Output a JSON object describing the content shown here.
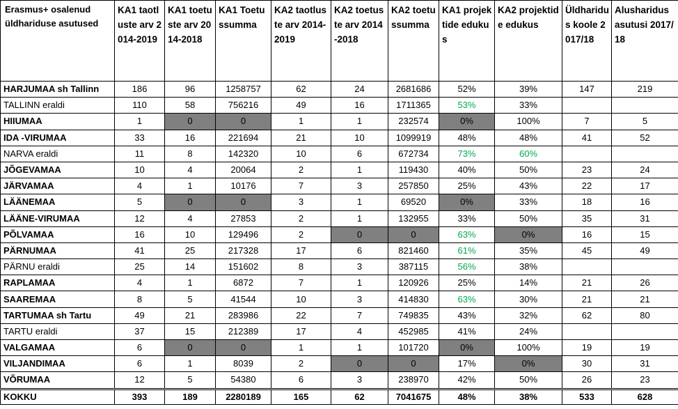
{
  "headers": [
    "Erasmus+ osalenud üldhariduse asutused",
    "KA1 taotluste arv 2014-2019",
    "KA1 toetuste arv 2014-2018",
    "KA1 Toetussumma",
    "KA2 taotluste arv 2014-2019",
    "KA2 toetuste arv 2014-2018",
    "KA2 toetussumma",
    "KA1 projektide edukus",
    "KA2 projektide edukus",
    "Üldharidus koole 2017/18",
    "Alusharidus asutusi 2017/18"
  ],
  "rows": [
    {
      "name": "HARJUMAA sh Tallinn",
      "bold": true,
      "cells": [
        "186",
        "96",
        "1258757",
        "62",
        "24",
        "2681686",
        "52%",
        "39%",
        "147",
        "219"
      ],
      "gray": [],
      "green": []
    },
    {
      "name": "TALLINN eraldi",
      "bold": false,
      "cells": [
        "110",
        "58",
        "756216",
        "49",
        "16",
        "1711365",
        "53%",
        "33%",
        "",
        ""
      ],
      "gray": [],
      "green": [
        6
      ]
    },
    {
      "name": "HIIUMAA",
      "bold": true,
      "cells": [
        "1",
        "0",
        "0",
        "1",
        "1",
        "232574",
        "0%",
        "100%",
        "7",
        "5"
      ],
      "gray": [
        1,
        2,
        6
      ],
      "green": []
    },
    {
      "name": "IDA -VIRUMAA",
      "bold": true,
      "cells": [
        "33",
        "16",
        "221694",
        "21",
        "10",
        "1099919",
        "48%",
        "48%",
        "41",
        "52"
      ],
      "gray": [],
      "green": []
    },
    {
      "name": "NARVA eraldi",
      "bold": false,
      "cells": [
        "11",
        "8",
        "142320",
        "10",
        "6",
        "672734",
        "73%",
        "60%",
        "",
        ""
      ],
      "gray": [],
      "green": [
        6,
        7
      ]
    },
    {
      "name": "JÕGEVAMAA",
      "bold": true,
      "cells": [
        "10",
        "4",
        "20064",
        "2",
        "1",
        "119430",
        "40%",
        "50%",
        "23",
        "24"
      ],
      "gray": [],
      "green": []
    },
    {
      "name": "JÄRVAMAA",
      "bold": true,
      "cells": [
        "4",
        "1",
        "10176",
        "7",
        "3",
        "257850",
        "25%",
        "43%",
        "22",
        "17"
      ],
      "gray": [],
      "green": []
    },
    {
      "name": "LÄÄNEMAA",
      "bold": true,
      "cells": [
        "5",
        "0",
        "0",
        "3",
        "1",
        "69520",
        "0%",
        "33%",
        "18",
        "16"
      ],
      "gray": [
        1,
        2,
        6
      ],
      "green": []
    },
    {
      "name": "LÄÄNE-VIRUMAA",
      "bold": true,
      "cells": [
        "12",
        "4",
        "27853",
        "2",
        "1",
        "132955",
        "33%",
        "50%",
        "35",
        "31"
      ],
      "gray": [],
      "green": []
    },
    {
      "name": "PÕLVAMAA",
      "bold": true,
      "cells": [
        "16",
        "10",
        "129496",
        "2",
        "0",
        "0",
        "63%",
        "0%",
        "16",
        "15"
      ],
      "gray": [
        4,
        5,
        7
      ],
      "green": [
        6
      ]
    },
    {
      "name": "PÄRNUMAA",
      "bold": true,
      "cells": [
        "41",
        "25",
        "217328",
        "17",
        "6",
        "821460",
        "61%",
        "35%",
        "45",
        "49"
      ],
      "gray": [],
      "green": [
        6
      ]
    },
    {
      "name": "PÄRNU eraldi",
      "bold": false,
      "cells": [
        "25",
        "14",
        "151602",
        "8",
        "3",
        "387115",
        "56%",
        "38%",
        "",
        ""
      ],
      "gray": [],
      "green": [
        6
      ]
    },
    {
      "name": "RAPLAMAA",
      "bold": true,
      "cells": [
        "4",
        "1",
        "6872",
        "7",
        "1",
        "120926",
        "25%",
        "14%",
        "21",
        "26"
      ],
      "gray": [],
      "green": []
    },
    {
      "name": "SAAREMAA",
      "bold": true,
      "cells": [
        "8",
        "5",
        "41544",
        "10",
        "3",
        "414830",
        "63%",
        "30%",
        "21",
        "21"
      ],
      "gray": [],
      "green": [
        6
      ]
    },
    {
      "name": "TARTUMAA sh Tartu",
      "bold": true,
      "cells": [
        "49",
        "21",
        "283986",
        "22",
        "7",
        "749835",
        "43%",
        "32%",
        "62",
        "80"
      ],
      "gray": [],
      "green": []
    },
    {
      "name": "TARTU eraldi",
      "bold": false,
      "cells": [
        "37",
        "15",
        "212389",
        "17",
        "4",
        "452985",
        "41%",
        "24%",
        "",
        ""
      ],
      "gray": [],
      "green": []
    },
    {
      "name": "VALGAMAA",
      "bold": true,
      "cells": [
        "6",
        "0",
        "0",
        "1",
        "1",
        "101720",
        "0%",
        "100%",
        "19",
        "19"
      ],
      "gray": [
        1,
        2,
        6
      ],
      "green": []
    },
    {
      "name": "VILJANDIMAA",
      "bold": true,
      "cells": [
        "6",
        "1",
        "8039",
        "2",
        "0",
        "0",
        "17%",
        "0%",
        "30",
        "31"
      ],
      "gray": [
        4,
        5,
        7
      ],
      "green": []
    },
    {
      "name": "VÕRUMAA",
      "bold": true,
      "cells": [
        "12",
        "5",
        "54380",
        "6",
        "3",
        "238970",
        "42%",
        "50%",
        "26",
        "23"
      ],
      "gray": [],
      "green": []
    }
  ],
  "total": {
    "name": "KOKKU",
    "cells": [
      "393",
      "189",
      "2280189",
      "165",
      "62",
      "7041675",
      "48%",
      "38%",
      "533",
      "628"
    ]
  },
  "colors": {
    "gray_cell": "#808080",
    "green_text": "#00a94f"
  }
}
